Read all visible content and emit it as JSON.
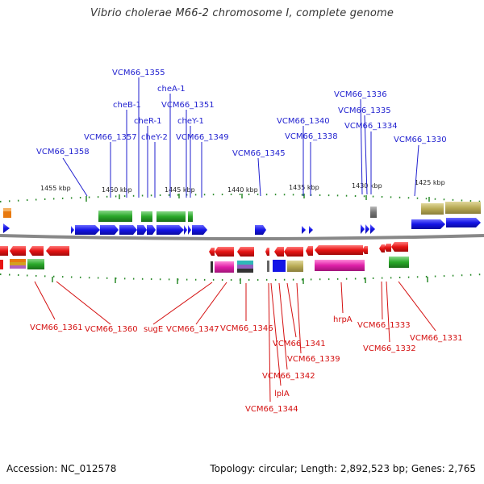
{
  "title": "Vibrio cholerae M66-2 chromosome I, complete genome",
  "footer": {
    "accession": "Accession: NC_012578",
    "info": "Topology: circular; Length: 2,892,523 bp; Genes: 2,765"
  },
  "colors": {
    "forward_cds": "#1414e6",
    "reverse_cds": "#e61414",
    "top_label": "#1f1fcf",
    "bottom_label": "#d41010",
    "backbone": "#777777"
  },
  "scale_labels": [
    "1455 kbp",
    "1450 kbp",
    "1445 kbp",
    "1440 kbp",
    "1435 kbp",
    "1430 kbp",
    "1425 kbp"
  ],
  "top_genes": [
    "VCM66_1355",
    "cheB-1",
    "cheA-1",
    "VCM66_1351",
    "cheR-1",
    "cheY-1",
    "VCM66_1357",
    "cheY-2",
    "VCM66_1349",
    "VCM66_1358",
    "VCM66_1345",
    "VCM66_1340",
    "VCM66_1338",
    "VCM66_1336",
    "VCM66_1335",
    "VCM66_1334",
    "VCM66_1330"
  ],
  "bottom_genes": [
    "VCM66_1361",
    "VCM66_1360",
    "sugE",
    "VCM66_1347",
    "VCM66_1346",
    "VCM66_1341",
    "VCM66_1339",
    "VCM66_1342",
    "lplA",
    "VCM66_1344",
    "hrpA",
    "VCM66_1333",
    "VCM66_1332",
    "VCM66_1331"
  ]
}
